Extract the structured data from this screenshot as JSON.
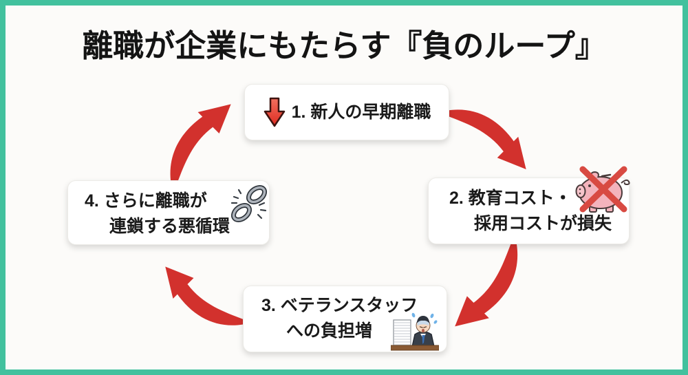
{
  "frame": {
    "border_color": "#42C19E",
    "canvas_color": "#FCFBF9"
  },
  "title": "離職が企業にもたらす『負のループ』",
  "cycle": {
    "direction": "clockwise",
    "arrow_color": "#D2312D",
    "steps": [
      {
        "order": "1",
        "lines": [
          "1. 新人の早期離職"
        ],
        "icon": "red-down-arrow-icon"
      },
      {
        "order": "2",
        "lines": [
          "2. 教育コスト・",
          "採用コストが損失"
        ],
        "icon": "crossed-piggy-bank-icon"
      },
      {
        "order": "3",
        "lines": [
          "3. ベテランスタッフ",
          "への負担増"
        ],
        "icon": "overworked-worker-icon"
      },
      {
        "order": "4",
        "lines": [
          "4. さらに離職が",
          "連鎖する悪循環"
        ],
        "icon": "broken-chain-icon"
      }
    ]
  }
}
